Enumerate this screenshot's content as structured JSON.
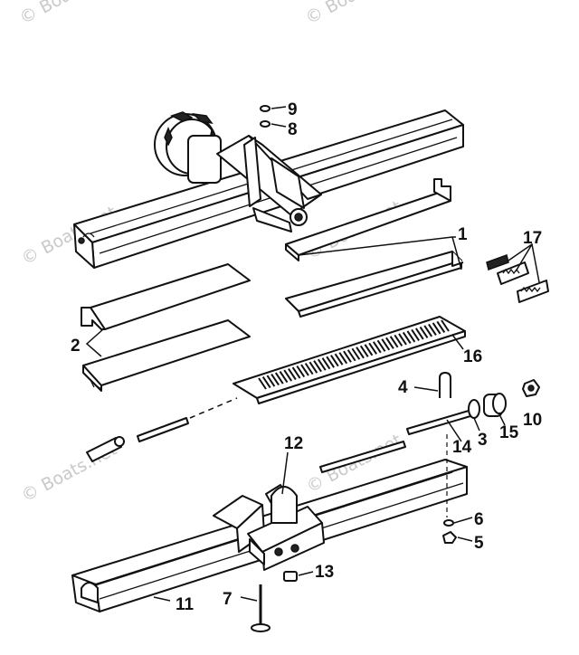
{
  "watermark": "© Boats.net",
  "callouts": {
    "c1": "1",
    "c2": "2",
    "c3": "3",
    "c4": "4",
    "c5": "5",
    "c6": "6",
    "c7": "7",
    "c8": "8",
    "c9": "9",
    "c10": "10",
    "c11": "11",
    "c12": "12",
    "c13": "13",
    "c14": "14",
    "c15": "15",
    "c16": "16",
    "c17": "17"
  }
}
